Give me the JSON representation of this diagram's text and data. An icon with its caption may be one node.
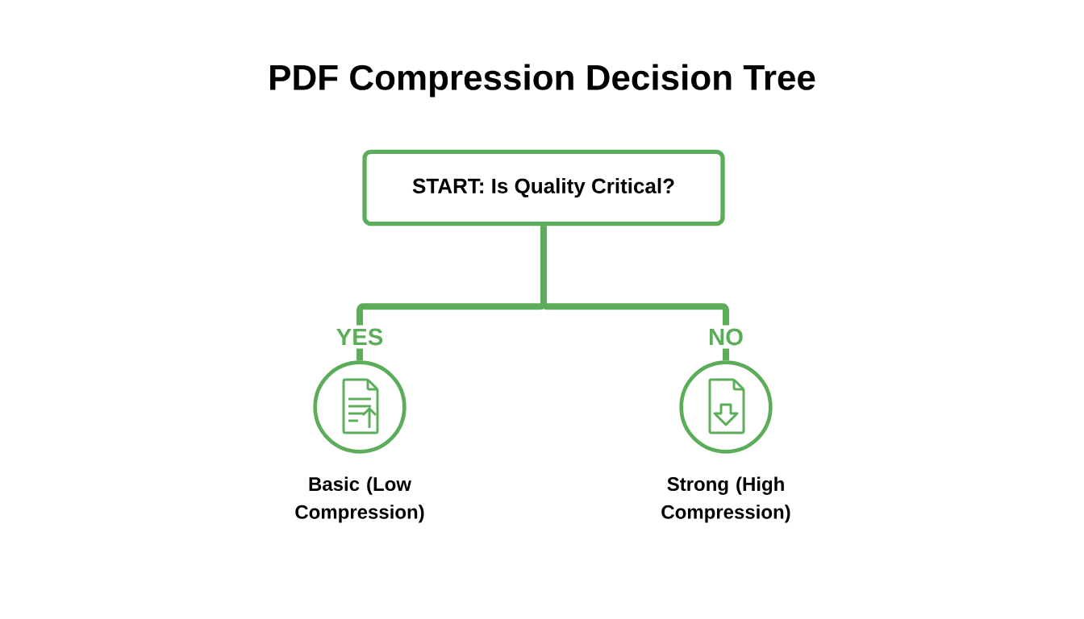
{
  "diagram": {
    "title": "PDF Compression Decision Tree",
    "nodes": [
      {
        "text": [
          "START: Is Quality Critical?"
        ]
      },
      {
        "text": [],
        "shape": "circle",
        "beside": [
          "Basic (Low Compression)"
        ]
      },
      {
        "text": [],
        "shape": "circle",
        "beside": [
          "Strong (High Compression)"
        ]
      }
    ],
    "edges": [
      {
        "from": 0,
        "to": 1,
        "arrow": "none",
        "label": "YES"
      },
      {
        "from": 0,
        "to": 2,
        "arrow": "none",
        "label": "NO"
      }
    ]
  }
}
